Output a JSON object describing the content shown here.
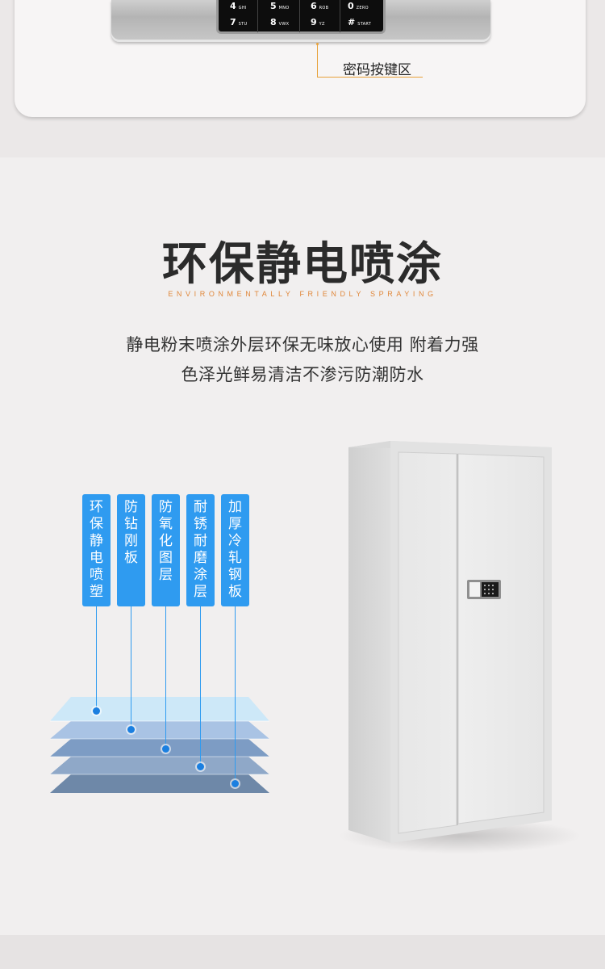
{
  "top": {
    "keypad_keys": [
      {
        "num": "4",
        "sub": "GHI"
      },
      {
        "num": "5",
        "sub": "MNO"
      },
      {
        "num": "6",
        "sub": "ROB"
      },
      {
        "num": "0",
        "sub": "ZERO"
      },
      {
        "num": "7",
        "sub": "STU"
      },
      {
        "num": "8",
        "sub": "VWX"
      },
      {
        "num": "9",
        "sub": "YZ"
      },
      {
        "num": "#",
        "sub": "START"
      }
    ],
    "callout_label": "密码按键区"
  },
  "section": {
    "title": "环保静电喷涂",
    "subtitle": "ENVIRONMENTALLY FRIENDLY SPRAYING",
    "desc_line1": "静电粉末喷涂外层环保无味放心使用 附着力强",
    "desc_line2": "色泽光鲜易清洁不渗污防潮防水"
  },
  "layers": [
    {
      "label": "环保静电喷塑"
    },
    {
      "label": "防钻刚板"
    },
    {
      "label": "防氧化图层"
    },
    {
      "label": "耐锈耐磨涂层"
    },
    {
      "label": "加厚冷轧钢板"
    }
  ],
  "colors": {
    "accent_blue": "#2f9bf0",
    "accent_orange": "#e0873a"
  },
  "icons": [
    "keypad-lock-icon",
    "cabinet-illustration",
    "layer-stack-illustration"
  ]
}
